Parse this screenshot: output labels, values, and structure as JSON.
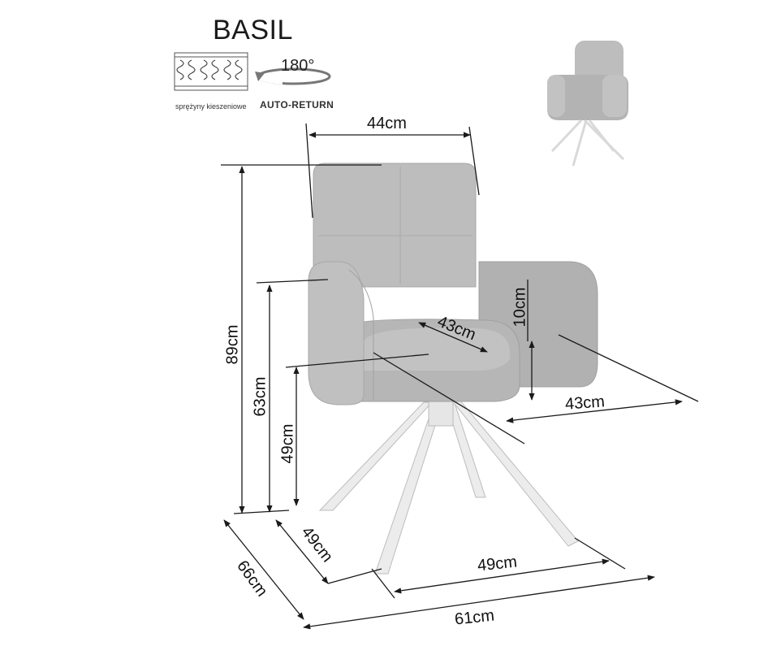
{
  "title": "BASIL",
  "features": {
    "springs_label": "sprężyny kieszeniowe",
    "rotation_degrees": "180°",
    "rotation_label": "AUTO-RETURN"
  },
  "dimensions": {
    "top_width": "44cm",
    "total_height": "89cm",
    "armrest_height": "63cm",
    "seat_height": "49cm",
    "armrest_above_seat": "10cm",
    "seat_depth": "43cm",
    "seat_width": "43cm",
    "base_depth_left": "49cm",
    "base_width": "49cm",
    "overall_depth": "66cm",
    "overall_width": "61cm"
  },
  "colors": {
    "upholstery": "#b9b9b9",
    "upholstery_dark": "#a6a6a6",
    "legs": "#e2e2e2",
    "lines": "#1a1a1a"
  }
}
